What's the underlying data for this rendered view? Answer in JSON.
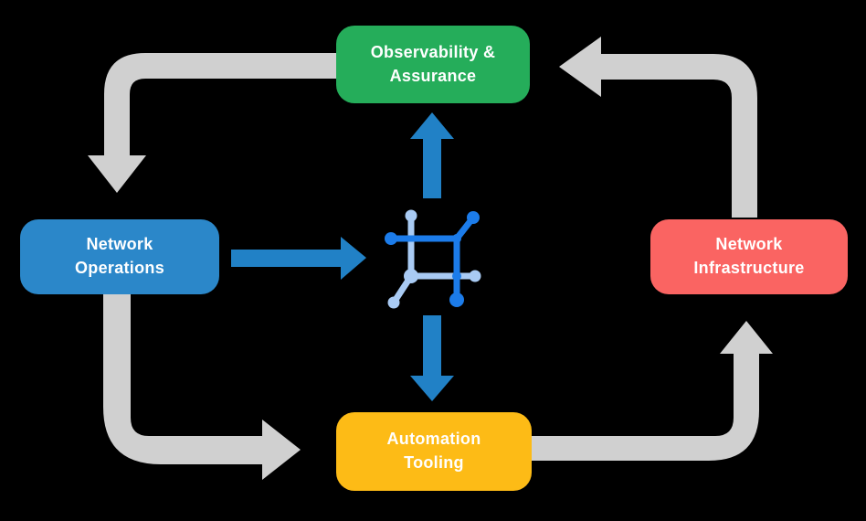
{
  "colors": {
    "background": "#000000",
    "greenBox": "#25AD5A",
    "blueBox": "#2B87C9",
    "redBox": "#FA6462",
    "yellowBox": "#FDBB16",
    "grayArrow": "#D0D0D0",
    "blueArrow": "#2181C6",
    "iconDarkBlue": "#1C7CEA",
    "iconLightBlue": "#A9CBF4",
    "labelText": "#FFFFFF"
  },
  "boxes": {
    "observability": {
      "label": "Observability &\nAssurance"
    },
    "operations": {
      "label": "Network\nOperations"
    },
    "infrastructure": {
      "label": "Network\nInfrastructure"
    },
    "tooling": {
      "label": "Automation\nTooling"
    }
  },
  "icons": {
    "center": "network-automation-icon"
  },
  "flows": {
    "gray_cycle": [
      "Observability & Assurance → Network Operations",
      "Network Operations → Automation Tooling",
      "Automation Tooling → Network Infrastructure",
      "Network Infrastructure → Observability & Assurance"
    ],
    "blue_links": [
      "Network Operations → center icon",
      "center icon → Observability & Assurance",
      "center icon → Automation Tooling"
    ]
  }
}
